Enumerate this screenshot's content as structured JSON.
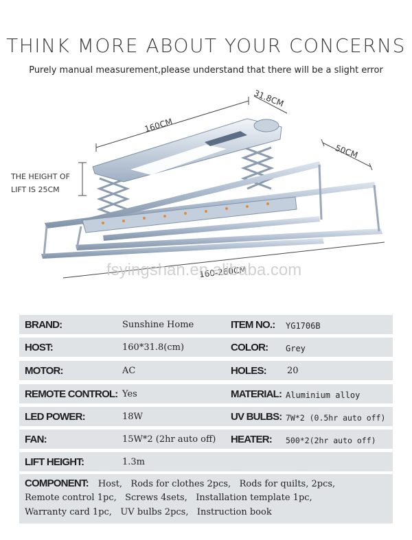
{
  "header": {
    "title": "THINK MORE ABOUT YOUR CONCERNS",
    "subtitle": "Purely manual measurement,please understand that there will be a slight error"
  },
  "product_image": {
    "dim_length": "160CM",
    "dim_depth": "31.8CM",
    "dim_rod": "50CM",
    "dim_lift_line1": "THE HEIGHT OF",
    "dim_lift_line2": "LIFT IS 25CM",
    "dim_span": "160-260CM",
    "watermark": "fsyingshan.en.alibaba.com"
  },
  "specs": [
    {
      "left_label": "BRAND:",
      "left_value": "Sunshine Home",
      "right_label": "ITEM NO.:",
      "right_value": "YG1706B"
    },
    {
      "left_label": "HOST:",
      "left_value": "160*31.8(cm)",
      "right_label": "COLOR:",
      "right_value": "Grey"
    },
    {
      "left_label": "MOTOR:",
      "left_value": "AC",
      "right_label": "HOLES:",
      "right_value": "20"
    },
    {
      "left_label": "REMOTE CONTROL:",
      "left_value": "Yes",
      "right_label": "MATERIAL:",
      "right_value": "Aluminium alloy"
    },
    {
      "left_label": "LED POWER:",
      "left_value": "18W",
      "right_label": "UV BULBS:",
      "right_value": "7W*2 (0.5hr auto off)"
    },
    {
      "left_label": "FAN:",
      "left_value": "15W*2 (2hr auto off)",
      "right_label": "HEATER:",
      "right_value": "500*2(2hr auto off)"
    },
    {
      "left_label": "LIFT HEIGHT:",
      "left_value": "1.3m",
      "right_label": "",
      "right_value": ""
    }
  ],
  "component": {
    "label": "COMPONENT:",
    "line1": "Host,   Rods for clothes 2pcs,   Rods for quilts, 2pcs,",
    "line2": "Remote control 1pc,   Screws 4sets,   Installation template 1pc,",
    "line3": "Warranty card 1pc,   UV bulbs 2pcs,   Instruction book"
  },
  "colors": {
    "table_bg": "#dfe3e6",
    "rod": "#b9c6d6",
    "rod_dark": "#8393a8"
  }
}
